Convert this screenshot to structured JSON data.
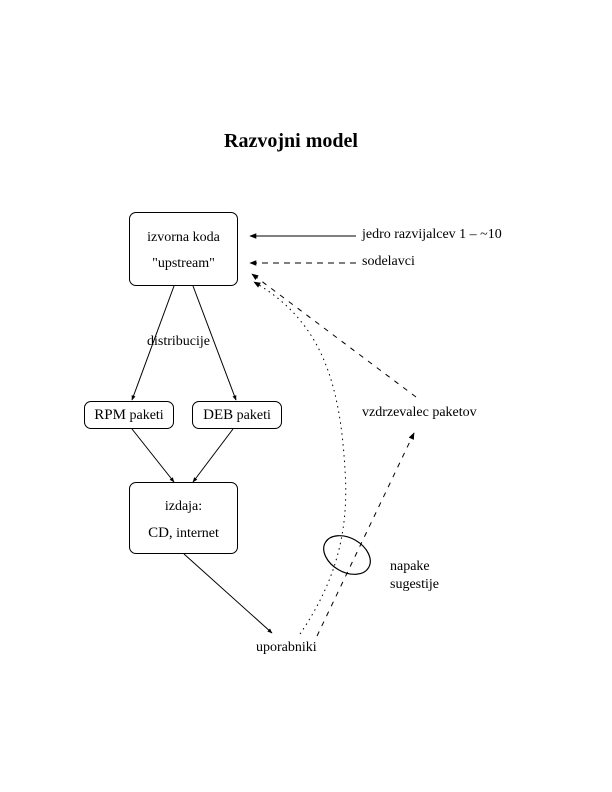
{
  "title": "Razvojni model",
  "nodes": {
    "source": {
      "line1": "izvorna koda",
      "line2": "\"upstream\""
    },
    "rpm": {
      "strong": "RPM",
      "rest": "paketi"
    },
    "deb": {
      "strong": "DEB",
      "rest": "paketi"
    },
    "release": {
      "line1": "izdaja:",
      "strong": "CD,",
      "rest": "internet"
    }
  },
  "labels": {
    "core_devs": "jedro razvijalcev 1 – ~10",
    "contributors": "sodelavci",
    "distributions": "distribucije",
    "maintainer": "vzdrzevalec paketov",
    "bugs": "napake",
    "suggestions": "sugestije",
    "users": "uporabniki"
  },
  "edges": [
    {
      "from": "core_devs",
      "to": "source",
      "style": "solid"
    },
    {
      "from": "contributors",
      "to": "source",
      "style": "dashed"
    },
    {
      "from": "source",
      "to": "rpm",
      "style": "solid"
    },
    {
      "from": "source",
      "to": "deb",
      "style": "solid"
    },
    {
      "from": "rpm",
      "to": "release",
      "style": "solid"
    },
    {
      "from": "deb",
      "to": "release",
      "style": "solid"
    },
    {
      "from": "release",
      "to": "users",
      "style": "solid"
    },
    {
      "from": "users",
      "to": "source",
      "style": "dotted"
    },
    {
      "from": "users",
      "to": "maintainer",
      "style": "dashed"
    },
    {
      "from": "maintainer",
      "to": "source",
      "style": "dashed"
    }
  ]
}
